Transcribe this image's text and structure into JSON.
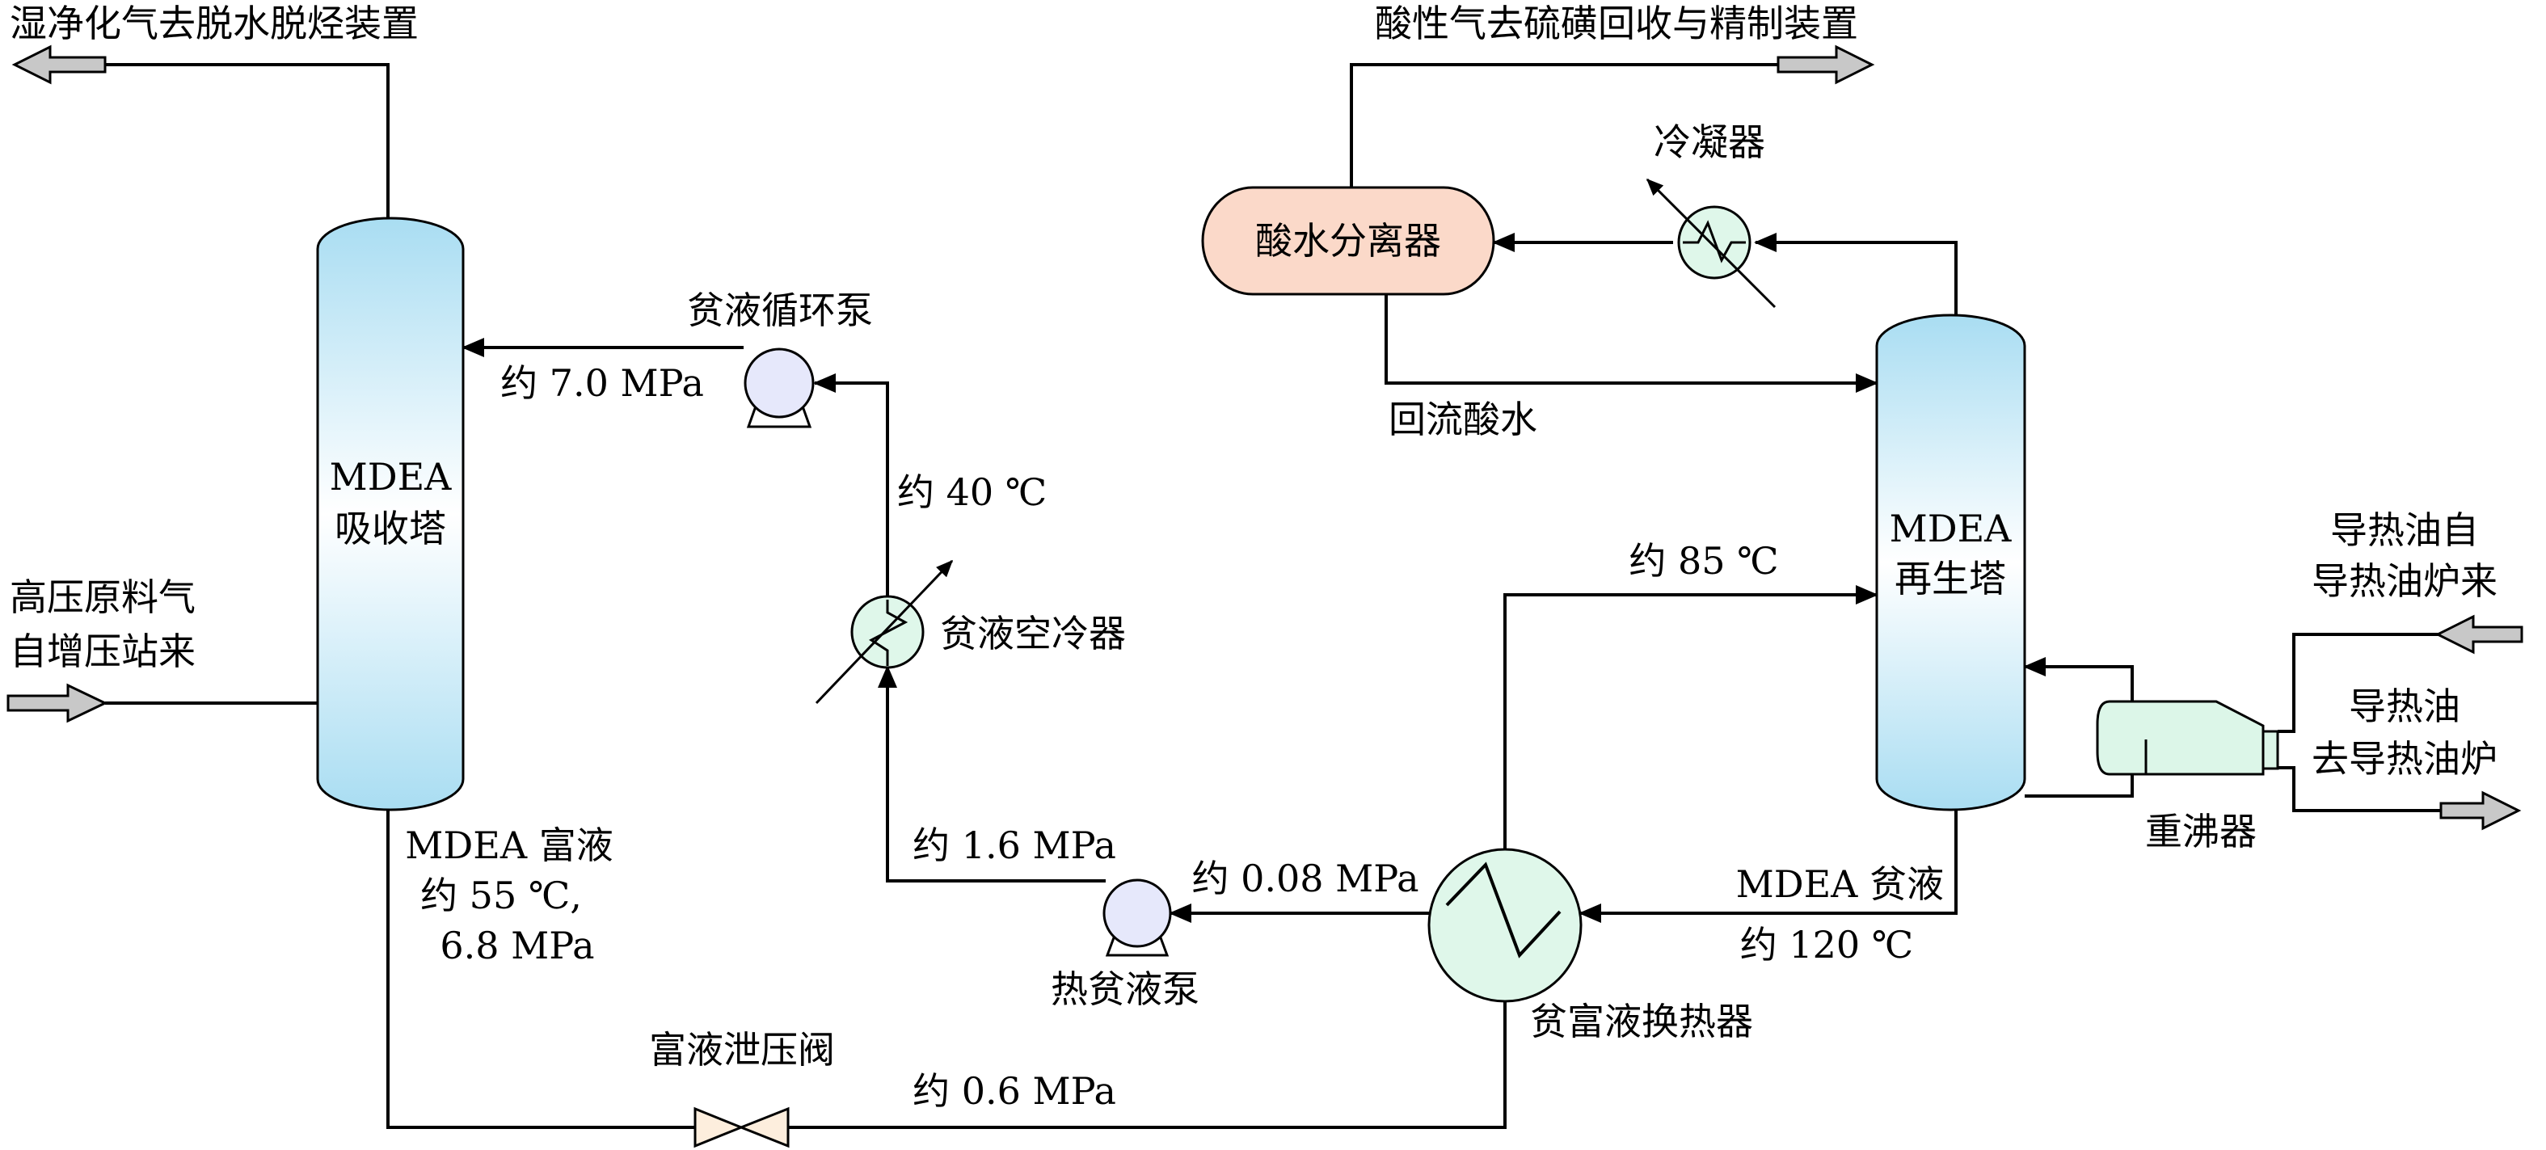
{
  "colors": {
    "tower_light": "#ffffff",
    "tower_dark": "#a9ddf2",
    "separator_fill": "#fbd9c9",
    "pump_fill": "#e6e8fb",
    "exchanger_fill": "#dff7ea",
    "reboiler_fill": "#dcf6e8",
    "valve_fill": "#fdeedd",
    "hollow_arrow_fill": "#c8c8c8"
  },
  "equipment": {
    "absorber": {
      "line1": "MDEA",
      "line2": "吸收塔"
    },
    "regenerator": {
      "line1": "MDEA",
      "line2": "再生塔"
    },
    "acid_separator": "酸水分离器",
    "condenser": "冷凝器",
    "lean_circulation_pump": "贫液循环泵",
    "lean_air_cooler": "贫液空冷器",
    "hot_lean_pump": "热贫液泵",
    "lean_rich_exchanger": "贫富液换热器",
    "rich_relief_valve": "富液泄压阀",
    "reboiler": "重沸器"
  },
  "streams": {
    "wet_gas_out": "湿净化气去脱水脱烃装置",
    "acid_gas_out": "酸性气去硫磺回收与精制装置",
    "feed_line1": "高压原料气",
    "feed_line2": "自增压站来",
    "reflux_water": "回流酸水",
    "oil_in_line1": "导热油自",
    "oil_in_line2": "导热油炉来",
    "oil_out_line1": "导热油",
    "oil_out_line2": "去导热油炉",
    "rich_line1": "MDEA 富液",
    "rich_line2": "约 55 ℃,",
    "rich_line3": "6.8 MPa",
    "lean_line1": "MDEA 贫液",
    "lean_line2": "约 120 ℃"
  },
  "conditions": {
    "absorber_inlet_pressure": "约 7.0 MPa",
    "cooled_lean_temp": "约 40 ℃",
    "regen_feed_temp": "约 85 ℃",
    "hot_pump_discharge_pressure": "约 1.6 MPa",
    "exchanger_lean_pressure": "约 0.08 MPa",
    "after_valve_pressure": "约 0.6 MPa"
  }
}
